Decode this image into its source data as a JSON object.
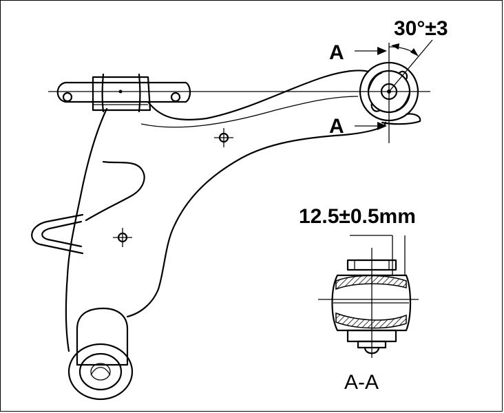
{
  "labels": {
    "angle": "30°±3",
    "section_mark_top": "A",
    "section_mark_bottom": "A",
    "dimension": "12.5±0.5mm",
    "section_title": "A-A"
  }
}
